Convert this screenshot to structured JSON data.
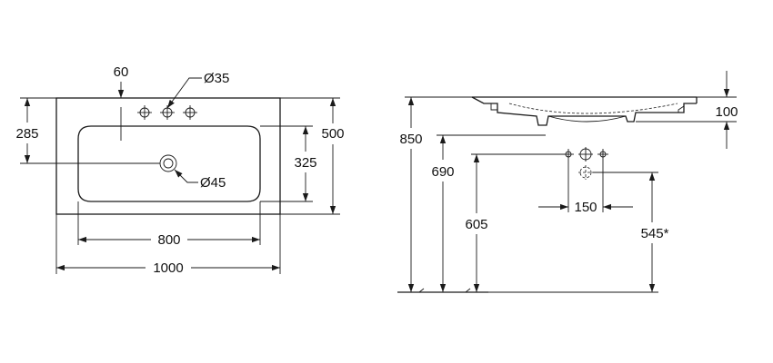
{
  "top_view": {
    "labels": {
      "tap_offset": "60",
      "tap_hole_dia": "Ø35",
      "bowl_offset": "285",
      "overall_depth": "500",
      "bowl_depth": "325",
      "waste_dia": "Ø45",
      "bowl_width": "800",
      "overall_width": "1000"
    }
  },
  "side_view": {
    "labels": {
      "total_height": "850",
      "rim_thickness": "100",
      "rim_underside_height": "690",
      "tap_height": "605",
      "tap_spacing": "150",
      "waste_height": "545*"
    }
  },
  "colors": {
    "line": "#1a1a1a",
    "background": "#ffffff"
  }
}
